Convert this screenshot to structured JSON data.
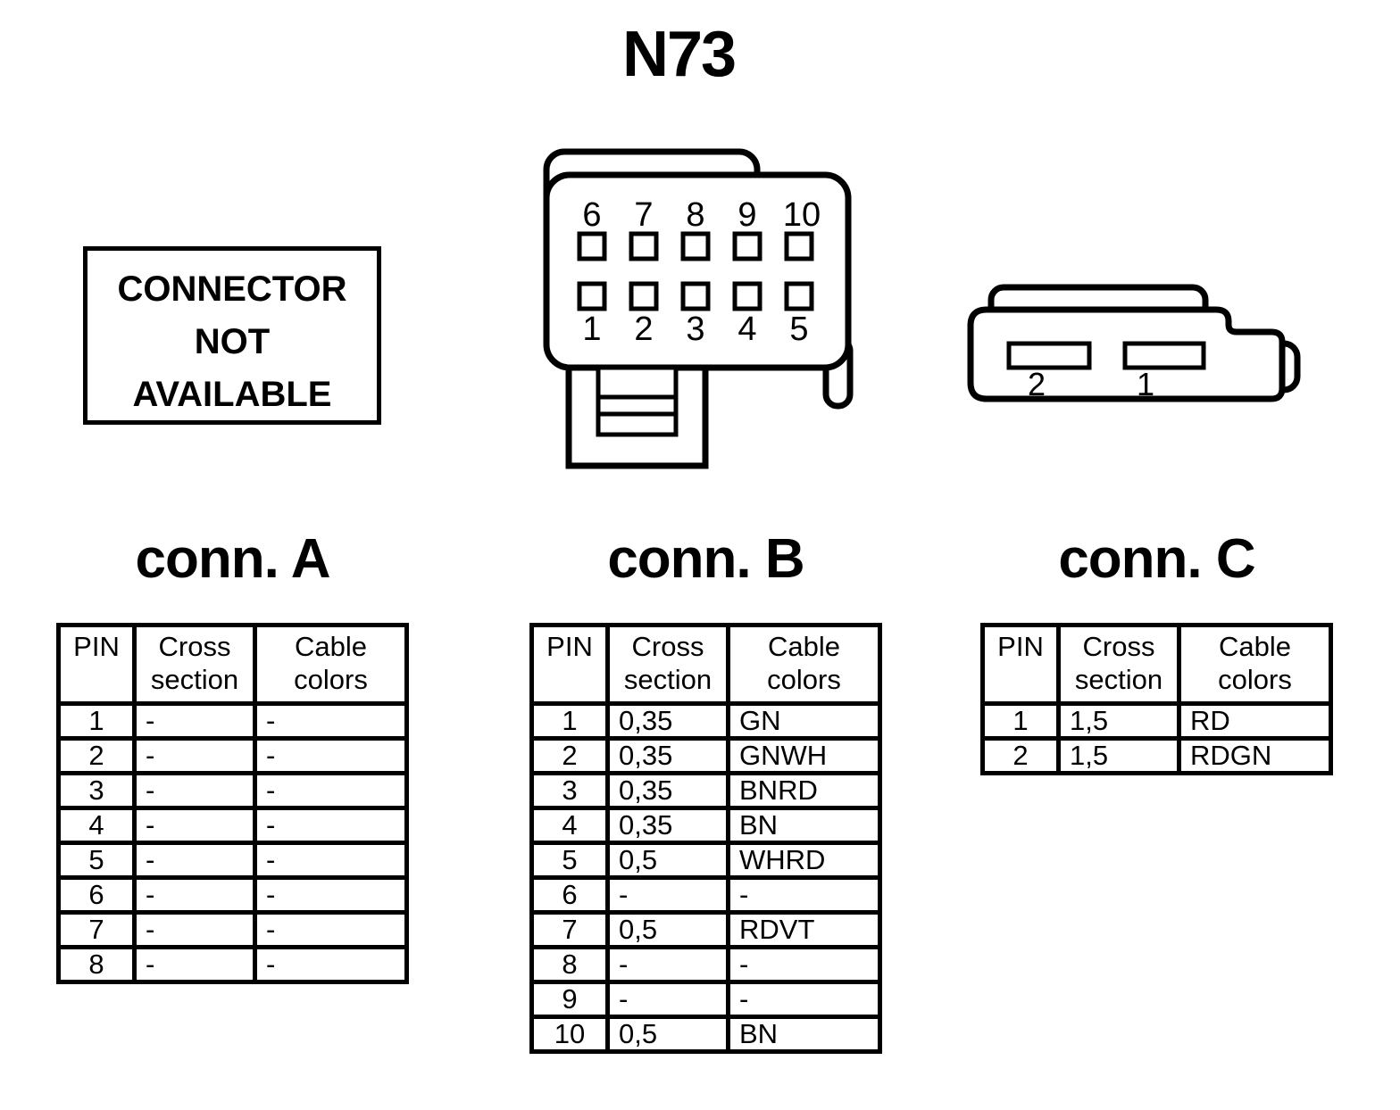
{
  "component": {
    "label": "N73"
  },
  "unavailable_box": {
    "lines": [
      "CONNECTOR",
      "NOT",
      "AVAILABLE"
    ]
  },
  "connector_10pin": {
    "description": "10-pin connector front view",
    "top_labels": [
      "6",
      "7",
      "8",
      "9",
      "10"
    ],
    "bottom_labels": [
      "1",
      "2",
      "3",
      "4",
      "5"
    ]
  },
  "connector_2pin": {
    "description": "2-pin connector front view",
    "labels": [
      "2",
      "1"
    ]
  },
  "tables": [
    {
      "id": "conn-a",
      "title": "conn. A",
      "headers": [
        "PIN",
        "Cross section",
        "Cable colors"
      ],
      "rows": [
        [
          "1",
          "-",
          "-"
        ],
        [
          "2",
          "-",
          "-"
        ],
        [
          "3",
          "-",
          "-"
        ],
        [
          "4",
          "-",
          "-"
        ],
        [
          "5",
          "-",
          "-"
        ],
        [
          "6",
          "-",
          "-"
        ],
        [
          "7",
          "-",
          "-"
        ],
        [
          "8",
          "-",
          "-"
        ]
      ]
    },
    {
      "id": "conn-b",
      "title": "conn. B",
      "headers": [
        "PIN",
        "Cross section",
        "Cable colors"
      ],
      "rows": [
        [
          "1",
          "0,35",
          "GN"
        ],
        [
          "2",
          "0,35",
          "GNWH"
        ],
        [
          "3",
          "0,35",
          "BNRD"
        ],
        [
          "4",
          "0,35",
          "BN"
        ],
        [
          "5",
          "0,5",
          "WHRD"
        ],
        [
          "6",
          "-",
          "-"
        ],
        [
          "7",
          "0,5",
          "RDVT"
        ],
        [
          "8",
          "-",
          "-"
        ],
        [
          "9",
          "-",
          "-"
        ],
        [
          "10",
          "0,5",
          "BN"
        ]
      ]
    },
    {
      "id": "conn-c",
      "title": "conn. C",
      "headers": [
        "PIN",
        "Cross section",
        "Cable colors"
      ],
      "rows": [
        [
          "1",
          "1,5",
          "RD"
        ],
        [
          "2",
          "1,5",
          "RDGN"
        ]
      ]
    }
  ],
  "colors": {
    "ink": "#000000",
    "background": "#ffffff"
  }
}
